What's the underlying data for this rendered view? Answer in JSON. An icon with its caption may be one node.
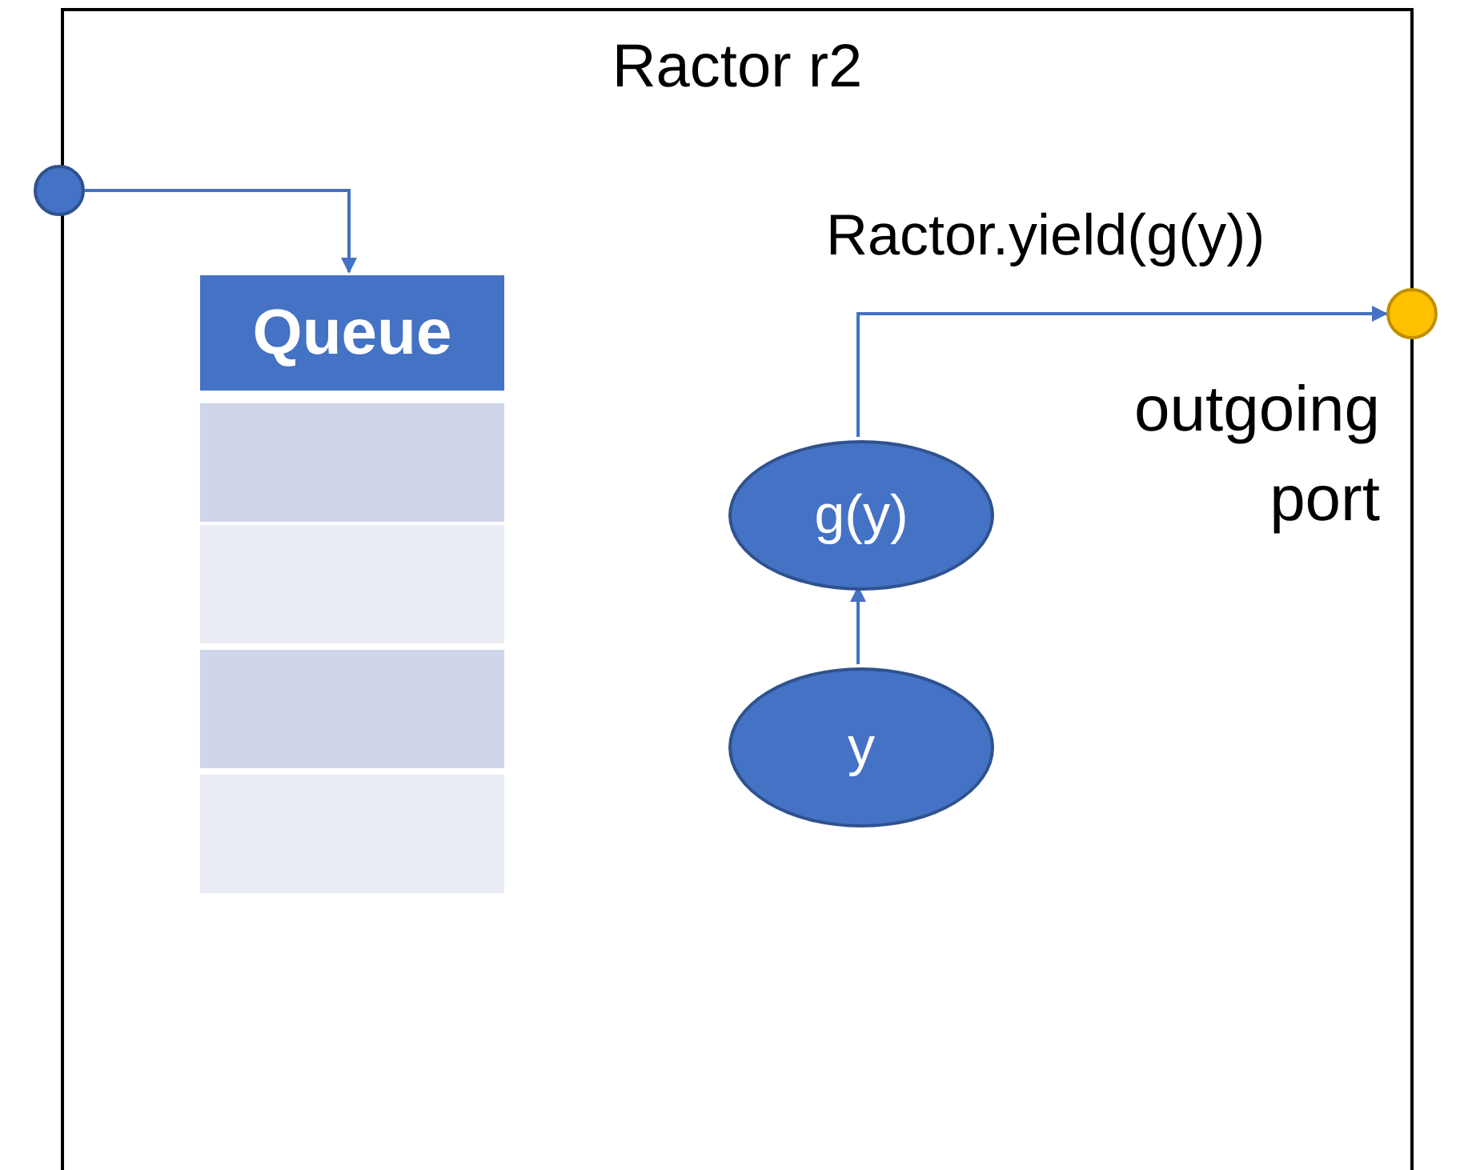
{
  "diagram": {
    "nodes": [
      {
        "text": [
          "Ractor r2"
        ]
      },
      {
        "text": [],
        "shape": "circle"
      },
      {
        "text": [
          "Queue"
        ],
        "in": 0
      },
      {
        "text": [],
        "shape": "box",
        "in": 0
      },
      {
        "text": [],
        "shape": "box",
        "in": 0
      },
      {
        "text": [],
        "shape": "box",
        "in": 0
      },
      {
        "text": [],
        "shape": "box",
        "in": 0
      },
      {
        "text": [
          "g(y)"
        ],
        "in": 0
      },
      {
        "text": [
          "y"
        ],
        "in": 0
      },
      {
        "text": [],
        "shape": "circle",
        "beside": [
          "outgoing port"
        ]
      }
    ],
    "edges": [
      {
        "from": 1,
        "to": 2,
        "arrow": "to"
      },
      {
        "from": 8,
        "to": 7,
        "arrow": "to"
      },
      {
        "from": 7,
        "to": 9,
        "arrow": "to",
        "label": "Ractor.yield(g(y))"
      }
    ]
  }
}
